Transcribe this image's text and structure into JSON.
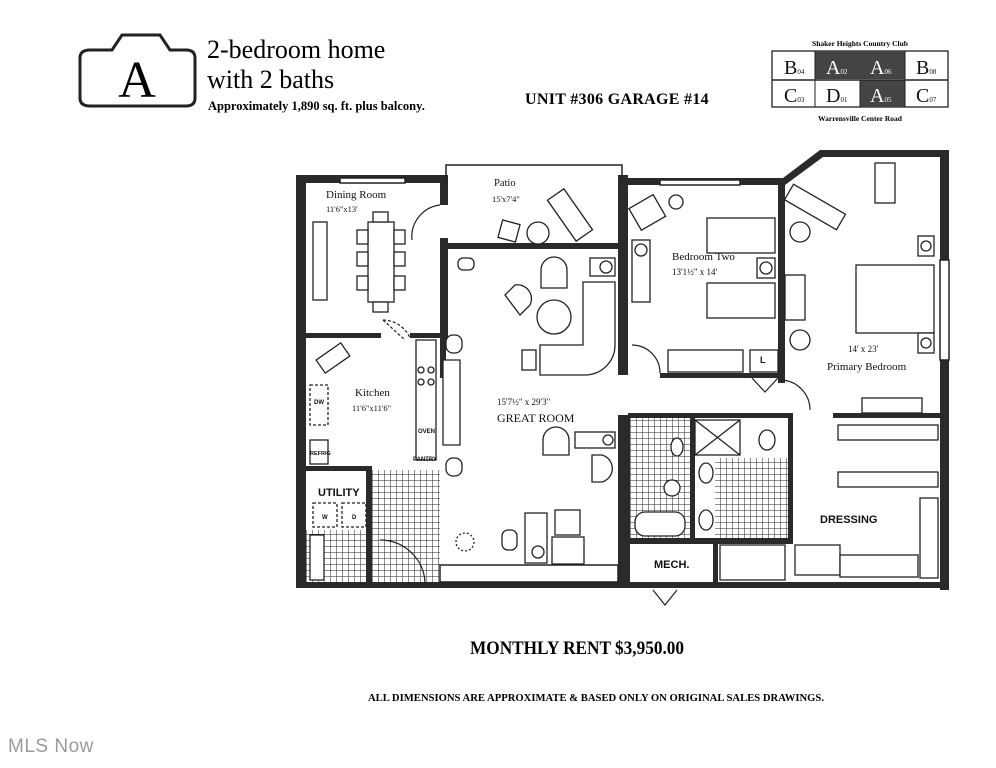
{
  "header": {
    "logo_letter": "A",
    "title_line1": "2-bedroom home",
    "title_line2": "with 2 baths",
    "subtitle": "Approximately 1,890 sq. ft. plus balcony.",
    "unit_info": "UNIT #306 GARAGE #14"
  },
  "key_plan": {
    "top_label": "Shaker Heights Country Club",
    "bottom_label": "Warrensville Center Road",
    "units_top": [
      {
        "letter": "B",
        "num": "04",
        "highlighted": false
      },
      {
        "letter": "A",
        "num": "02",
        "highlighted": true
      },
      {
        "letter": "A",
        "num": "06",
        "highlighted": true
      },
      {
        "letter": "B",
        "num": "08",
        "highlighted": false
      }
    ],
    "units_bottom": [
      {
        "letter": "C",
        "num": "03",
        "highlighted": false
      },
      {
        "letter": "D",
        "num": "01",
        "highlighted": false
      },
      {
        "letter": "A",
        "num": "05",
        "highlighted": true
      },
      {
        "letter": "C",
        "num": "07",
        "highlighted": false
      }
    ]
  },
  "rooms": {
    "dining": {
      "name": "Dining Room",
      "size": "11'6\"x13'"
    },
    "patio": {
      "name": "Patio",
      "size": "15'x7'4\""
    },
    "bedroom_two": {
      "name": "Bedroom Two",
      "size": "13'1½\" x 14'"
    },
    "kitchen": {
      "name": "Kitchen",
      "size": "11'6\"x11'6\""
    },
    "great_room": {
      "name": "GREAT ROOM",
      "size": "15'7½\" x 29'3\""
    },
    "primary": {
      "name": "Primary Bedroom",
      "size": "14' x 23'"
    },
    "utility": {
      "name": "UTILITY"
    },
    "dressing": {
      "name": "DRESSING"
    },
    "mech": {
      "name": "MECH."
    }
  },
  "fixtures": {
    "dw": "DW",
    "refrig": "REFRIG",
    "oven": "OVEN",
    "pantry": "PANTRY",
    "washer": "W",
    "dryer": "D",
    "linen": "L"
  },
  "rent": "MONTHLY RENT $3,950.00",
  "disclaimer": "ALL DIMENSIONS ARE APPROXIMATE & BASED ONLY ON ORIGINAL SALES DRAWINGS.",
  "watermark": "MLS Now"
}
